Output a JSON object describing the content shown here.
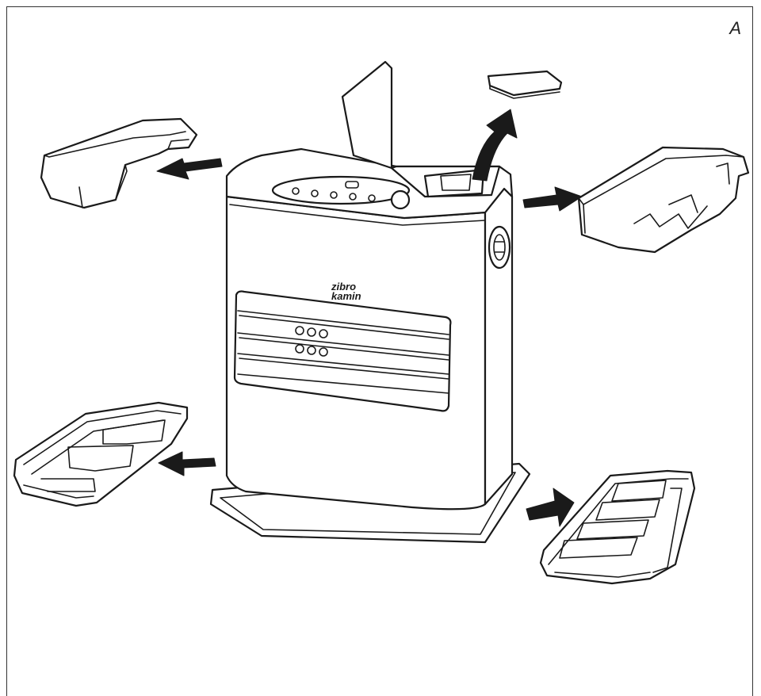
{
  "figure": {
    "label": "A",
    "brand_line1": "zibro",
    "brand_line2": "kamin"
  },
  "colors": {
    "line": "#1a1a1a",
    "background": "#ffffff"
  }
}
